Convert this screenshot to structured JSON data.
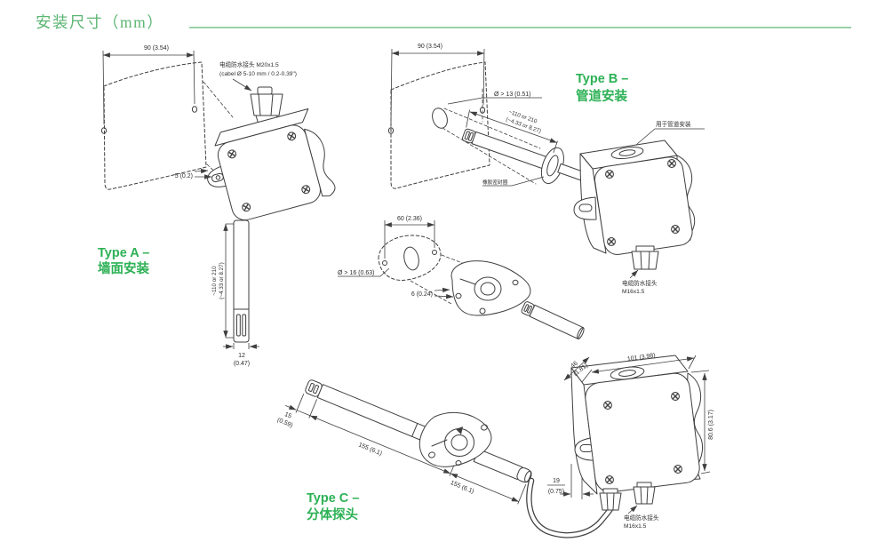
{
  "page": {
    "title": "安装尺寸（mm）"
  },
  "colors": {
    "title_green": "#5cb573",
    "label_green": "#2db155",
    "ink": "#3f3f3f"
  },
  "type_a": {
    "label_line1": "Type A –",
    "label_line2": "墙面安装",
    "gland_line1": "电缆防水接头 M20x1.5",
    "gland_line2": "(cabel Ø 5-10 mm / 0.2-0.39\")",
    "dim_hole_spacing": "90 (3.54)",
    "dim_ear": "5 (0.2)",
    "dim_probe_len_mm": "~110 or 210",
    "dim_probe_len_in": "(~4.33 or 8.27)",
    "dim_tip_mm": "12",
    "dim_tip_in": "(0.47)"
  },
  "type_b": {
    "label_line1": "Type B –",
    "label_line2": "管道安装",
    "dim_hole_spacing": "90 (3.54)",
    "dim_hole_dia": "Ø > 13 (0.51)",
    "dim_probe_len_mm": "~110 or 210",
    "dim_probe_len_in": "(~4.33 or 8.27)",
    "seal_label": "橡胶密封圈",
    "mount_label": "用于管道安装",
    "gland_line1": "电缆防水接头",
    "gland_line2": "M16x1.5"
  },
  "flange": {
    "dim_hole_spacing": "60 (2.36)",
    "dim_hole_dia": "Ø > 16 (0.63)",
    "dim_thickness": "6 (0.24)"
  },
  "type_c": {
    "label_line1": "Type C –",
    "label_line2": "分体探头",
    "dim_tip_mm": "15",
    "dim_tip_in": "(0.59)",
    "dim_seg1": "155 (6.1)",
    "dim_seg2": "155 (6.1)",
    "dim_gap_mm": "19",
    "dim_gap_in": "(0.75)"
  },
  "enclosure": {
    "dim_depth_mm": "46",
    "dim_depth_in": "(1.81)",
    "dim_width": "101 (3.98)",
    "dim_height": "80.6 (3.17)",
    "gland_line1": "电缆防水接头",
    "gland_line2": "M16x1.5"
  }
}
